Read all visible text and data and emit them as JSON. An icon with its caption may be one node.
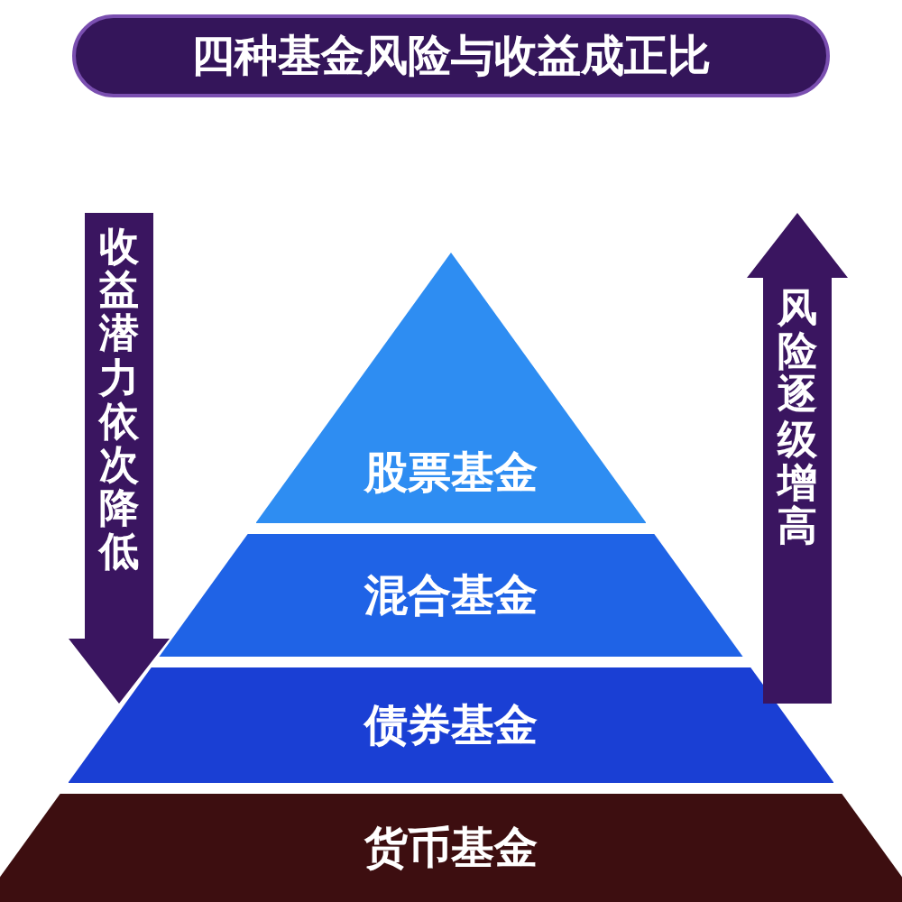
{
  "diagram": {
    "title": "四种基金风险与收益成正比",
    "nodes": [
      {
        "text": [
          "股票基金"
        ]
      },
      {
        "text": [
          "混合基金"
        ]
      },
      {
        "text": [
          "债券基金"
        ]
      },
      {
        "text": [
          "货币基金"
        ]
      },
      {
        "text": [
          "收益潜力依次降低"
        ]
      },
      {
        "text": [
          "风险逐级增高"
        ]
      }
    ]
  }
}
